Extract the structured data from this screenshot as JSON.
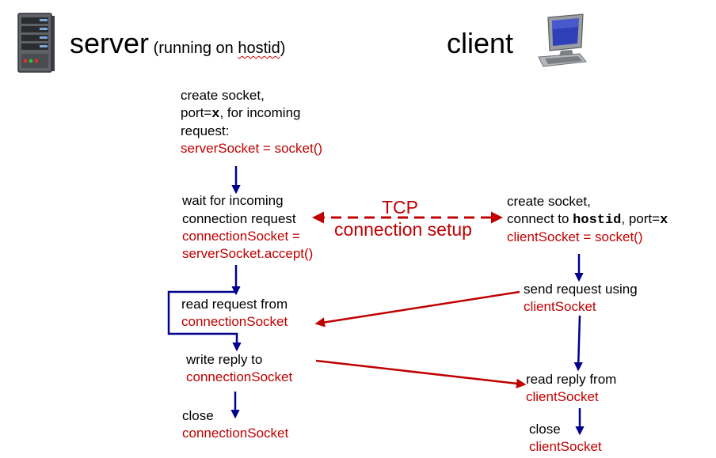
{
  "server_header": {
    "title": "server",
    "paren_open": " (running on ",
    "host": "hostid",
    "paren_close": ")"
  },
  "client_header": {
    "title": "client"
  },
  "server_steps": {
    "create": {
      "line1": "create socket,",
      "line2_pre": "port=",
      "line2_code": "x",
      "line2_post": ", for incoming",
      "line3": "request:",
      "code": "serverSocket = socket()"
    },
    "wait": {
      "line1": "wait for incoming",
      "line2": "connection request",
      "code1": "connectionSocket =",
      "code2": "serverSocket.accept()"
    },
    "read": {
      "line1": "read request from",
      "code": "connectionSocket"
    },
    "write": {
      "line1": "write reply to",
      "code": "connectionSocket"
    },
    "close": {
      "line1": "close",
      "code": "connectionSocket"
    }
  },
  "client_steps": {
    "create": {
      "line1": "create socket,",
      "line2_pre": "connect to ",
      "line2_host": "hostid",
      "line2_mid": ", port=",
      "line2_port": "x",
      "code": "clientSocket = socket()"
    },
    "send": {
      "line1": "send request using",
      "code": "clientSocket"
    },
    "read": {
      "line1": "read reply from",
      "code": "clientSocket"
    },
    "close": {
      "line1": "close",
      "code": "clientSocket"
    }
  },
  "tcp_label": {
    "line1": "TCP",
    "line2": "connection setup"
  },
  "colors": {
    "code_red": "#c00000",
    "arrow_blue": "#00008b",
    "arrow_red": "#c00000"
  },
  "icons": [
    "server-tower-icon",
    "desktop-computer-icon"
  ]
}
